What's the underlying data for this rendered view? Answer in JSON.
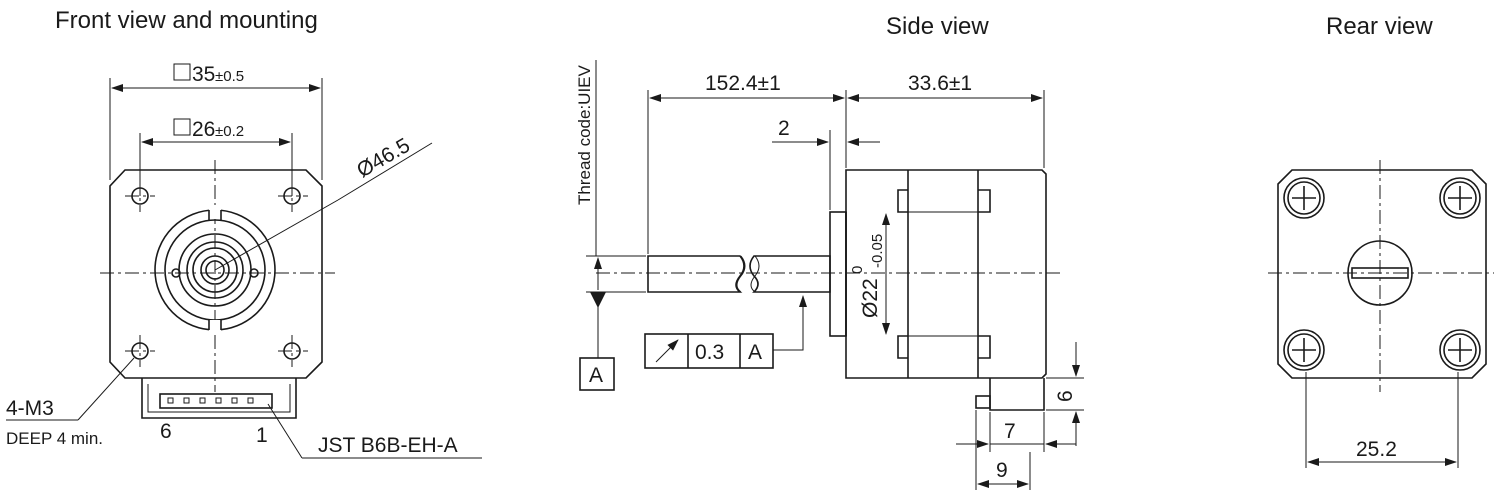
{
  "views": {
    "front": {
      "title": "Front view and mounting",
      "dim_outer_value": "35",
      "dim_outer_tol": "±0.5",
      "dim_inner_value": "26",
      "dim_inner_tol": "±0.2",
      "dim_bolt_circle": "Ø46.5",
      "hole_label_1": "4-M3",
      "hole_label_2": "DEEP 4 min.",
      "pin_left": "6",
      "pin_right": "1",
      "connector_label": "JST B6B-EH-A"
    },
    "side": {
      "title": "Side view",
      "thread_code": "Thread code:UIEV",
      "dim_screw_length": "152.4±1",
      "dim_body_length": "33.6±1",
      "dim_flange": "2",
      "dim_pilot_diameter": "Ø22",
      "dim_pilot_tol_upper": "0",
      "dim_pilot_tol_lower": "-0.05",
      "datum_label": "A",
      "tolerance_value": "0.3",
      "tolerance_datum": "A",
      "dim_connector_height": "6",
      "dim_connector_inner": "7",
      "dim_connector_outer": "9"
    },
    "rear": {
      "title": "Rear view",
      "dim_hole_spacing": "25.2"
    }
  }
}
